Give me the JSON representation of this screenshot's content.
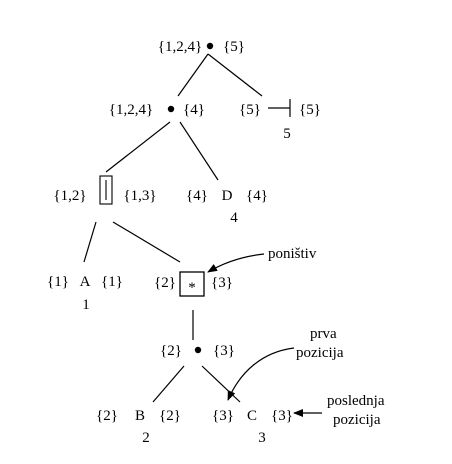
{
  "nodes": {
    "root": {
      "left": "{1,2,4}",
      "right": "{5}"
    },
    "cat_a": {
      "left": "{1,2,4}",
      "right": "{4}"
    },
    "end5": {
      "left": "{5}",
      "right": "{5}",
      "number": "5"
    },
    "or": {
      "left": "{1,2}",
      "right": "{1,3}"
    },
    "d": {
      "left": "{4}",
      "symbol": "D",
      "right": "{4}",
      "number": "4"
    },
    "a": {
      "left": "{1}",
      "symbol": "A",
      "right": "{1}",
      "number": "1"
    },
    "star": {
      "left": "{2}",
      "symbol": "*",
      "right": "{3}"
    },
    "cat_b": {
      "left": "{2}",
      "right": "{3}"
    },
    "b": {
      "left": "{2}",
      "symbol": "B",
      "right": "{2}",
      "number": "2"
    },
    "c": {
      "left": "{3}",
      "symbol": "C",
      "right": "{3}",
      "number": "3"
    }
  },
  "annotations": {
    "nullable": "poništiv",
    "firstpos_line1": "prva",
    "firstpos_line2": "pozicija",
    "lastpos_line1": "poslednja",
    "lastpos_line2": "pozicija"
  }
}
